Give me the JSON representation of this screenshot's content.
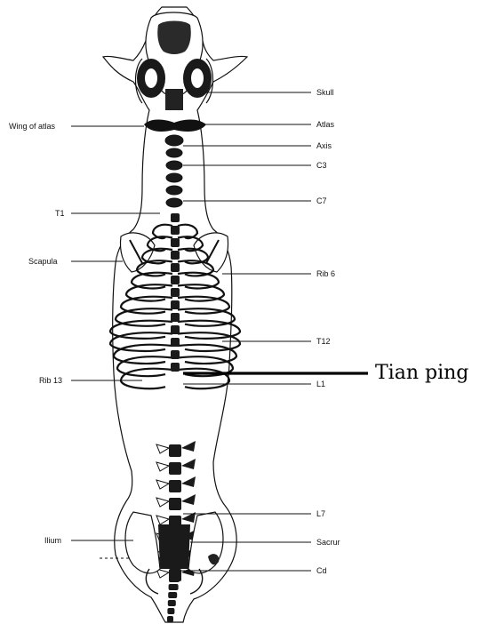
{
  "labels": {
    "skull": "Skull",
    "wing_of_atlas": "Wing of atlas",
    "atlas": "Atlas",
    "axis": "Axis",
    "c3": "C3",
    "c7": "C7",
    "t1": "T1",
    "scapula": "Scapula",
    "rib6": "Rib 6",
    "t12": "T12",
    "rib13": "Rib 13",
    "l1": "L1",
    "l7": "L7",
    "ilium": "Ilium",
    "sacrum": "Sacrur",
    "cd": "Cd"
  },
  "acupoint_label": "Tian ping",
  "colors": {
    "ink": "#111111",
    "bone_fill": "#ffffff",
    "dark_bone": "#1a1a1a",
    "pointer": "#000000"
  }
}
